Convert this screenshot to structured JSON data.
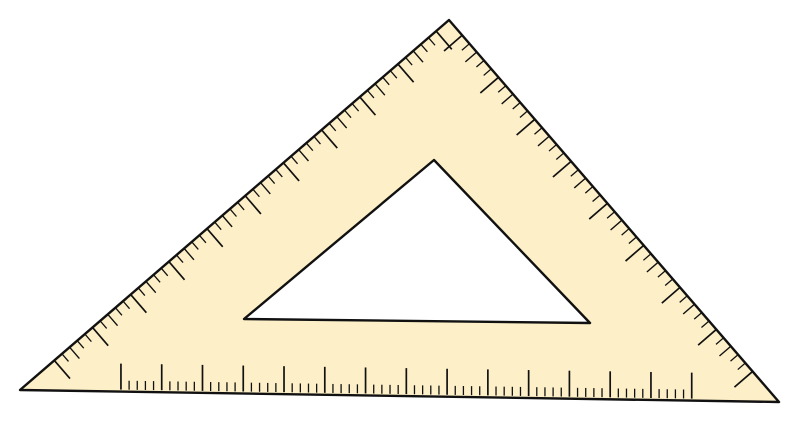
{
  "illustration": {
    "subject": "set-square",
    "body_color": "#fdf0c8",
    "outline_color": "#111111",
    "tick_color": "#111111",
    "cutout_color": "#ffffff",
    "tick_pattern": {
      "minor_per_major": 4,
      "medium_at": 5
    }
  }
}
